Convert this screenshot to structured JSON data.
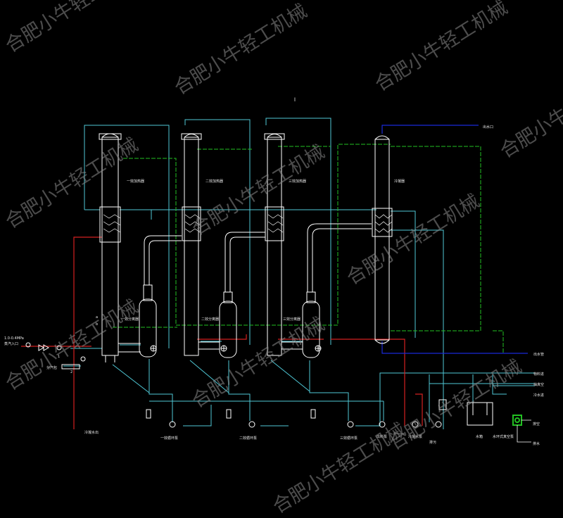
{
  "diagram": {
    "colors": {
      "background": "#000000",
      "cyan": "#4fc8d6",
      "white": "#ffffff",
      "green": "#22c022",
      "red": "#d42020",
      "blue": "#1a2ad8",
      "watermark": "#8a8a8a"
    },
    "watermark_text": "合肥小牛轻工机械",
    "top_marker": "l",
    "left_inlet": {
      "pressure_label": "1.0-0.4MPa",
      "steam_label": "蒸汽入口",
      "header_label": "分汽包",
      "tag_1": "1",
      "tag_2": "2"
    },
    "columns": [
      {
        "heater_label": "一效加热器",
        "separator_label": "一效分离器",
        "pump_label": "一效循环泵"
      },
      {
        "heater_label": "二效加热器",
        "separator_label": "二效分离器",
        "pump_label": "二效循环泵"
      },
      {
        "heater_label": "三效加热器",
        "separator_label": "三效分离器",
        "pump_label": "三效循环泵"
      }
    ],
    "small_tags": {
      "a": "a",
      "b": "b"
    },
    "condenser": {
      "label": "冷凝器",
      "outlet_label": "出水口"
    },
    "right_labels": {
      "tail_outlet": "出水管",
      "water_seal": "物料进",
      "vacuum": "抽真空",
      "cooling_in": "冷水进"
    },
    "bottom_labels": {
      "condensate": "冷凝水出",
      "discharge_pump": "出料泵",
      "condensate_pump": "冷凝水泵",
      "drain": "排污",
      "water_tank": "水箱",
      "vacuum_pump": "水环式真空泵",
      "out_1": "排空",
      "out_2": "排水"
    }
  }
}
